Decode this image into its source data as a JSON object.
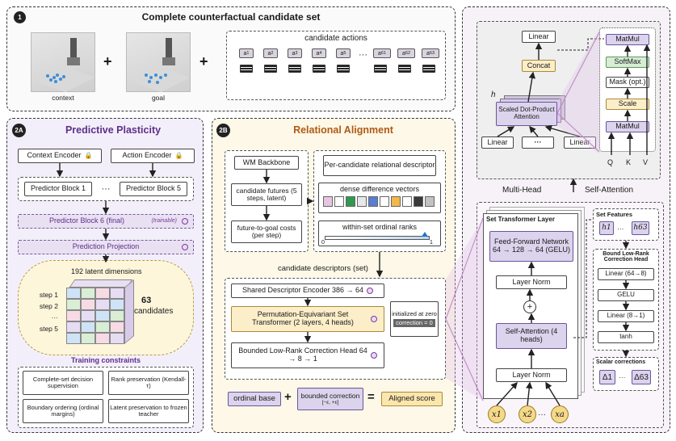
{
  "panel1": {
    "number": "1",
    "title": "Complete counterfactual candidate set",
    "context_label": "context",
    "goal_label": "goal",
    "plus": "+",
    "candidates_title": "candidate actions",
    "candidates": [
      "a1",
      "a2",
      "a3",
      "a4",
      "a5",
      "a61",
      "a62",
      "a63"
    ],
    "ellipsis": "···"
  },
  "panel2a": {
    "number": "2A",
    "title": "Predictive Plasticity",
    "context_encoder": "Context Encoder",
    "action_encoder": "Action Encoder",
    "predictor_block_1": "Predictor Block 1",
    "ellipsis": "···",
    "predictor_block_5": "Predictor Block 5",
    "predictor_block_6": "Predictor Block 6 (final)",
    "trainable": "(trainable)",
    "prediction_projection": "Prediction Projection",
    "latent_dims": "192 latent dimensions",
    "steps": [
      "step 1",
      "step 2",
      "···",
      "step 5"
    ],
    "candidates_count": "63",
    "candidates_word": "candidates",
    "constraints_title": "Training constraints",
    "constraints": [
      "Complete-set decision supervision",
      "Rank preservation (Kendall-τ)",
      "Boundary ordering (ordinal margins)",
      "Latent preservation to frozen teacher"
    ]
  },
  "panel2b": {
    "number": "2B",
    "title": "Relational Alignment",
    "wm_backbone": "WM Backbone",
    "candidate_futures": "candidate futures (5 steps, latent)",
    "future_costs": "future-to-goal costs (per step)",
    "descriptor_title": "Per-candidate relational descriptor",
    "dense_diff": "dense difference vectors",
    "ordinal_ranks": "within-set ordinal ranks",
    "rank_min": "0",
    "rank_max": "1",
    "descriptors_set": "candidate descriptors (set)",
    "shared_encoder": "Shared Descriptor Encoder  386 → 64",
    "set_transformer": "Permutation-Equivariant Set Transformer (2 layers, 4 heads)",
    "init_zero": "initialized at zero",
    "correction_zero": "correction = 0",
    "low_rank_head": "Bounded Low-Rank Correction Head 64 → 8 → 1",
    "ordinal_base": "ordinal base",
    "plus": "+",
    "bounded_correction": "bounded correction",
    "bounds": "[−ε, +ε]",
    "equals": "=",
    "aligned_score": "Aligned score"
  },
  "attention": {
    "linear_top": "Linear",
    "concat": "Concat",
    "h": "h",
    "sdpa": "Scaled Dot-Product Attention",
    "linear": "Linear",
    "ellipsis": "···",
    "matmul": "MatMul",
    "softmax": "SoftMax",
    "mask": "Mask (opt.)",
    "scale": "Scale",
    "q": "Q",
    "k": "K",
    "v": "V",
    "mha_label": "Multi-Head",
    "self_attention_label": "Self-Attention"
  },
  "set_transformer": {
    "layer_title": "Set Transformer Layer",
    "ffn": "Feed-Forward Network 64 → 128 → 64 (GELU)",
    "layer_norm": "Layer Norm",
    "self_attention": "Self-Attention (4 heads)",
    "add": "+",
    "inputs": [
      "x1",
      "x2",
      "xa"
    ],
    "input_ellipsis": "···",
    "set_features": "Set Features",
    "h_first": "h1",
    "h_last": "h63",
    "head_title": "Bound Low-Rank Correction Head",
    "linear_64_8": "Linear (64→8)",
    "gelu": "GELU",
    "linear_8_1": "Linear (8→1)",
    "tanh": "tanh",
    "scalar_title": "Scalar corrections",
    "delta_first": "Δ1",
    "delta_last": "Δ63"
  },
  "colors": {
    "purple_fill": "#e9e1f2",
    "lilac_fill": "#dcd3ec",
    "yellow_fill": "#fbeec9",
    "panel_bg_right": "#f7f1f8",
    "panel_bg_2a": "#f3effa",
    "panel_bg_2b": "#fdf8e8"
  }
}
